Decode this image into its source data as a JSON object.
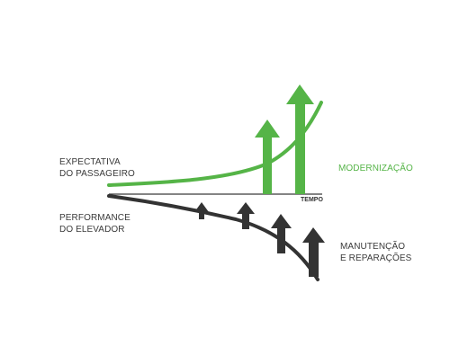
{
  "labels": {
    "expectativa": [
      "EXPECTATIVA",
      "DO PASSAGEIRO"
    ],
    "performance": [
      "PERFORMANCE",
      "DO ELEVADOR"
    ],
    "modernizacao": "MODERNIZAÇÃO",
    "manutencao": [
      "MANUTENÇÃO",
      "E REPARAÇÕES"
    ],
    "tempo": "TEMPO"
  },
  "colors": {
    "green": "#55b447",
    "dark": "#333333",
    "axis": "#3a3a3a",
    "text": "#3a3a3a"
  }
}
